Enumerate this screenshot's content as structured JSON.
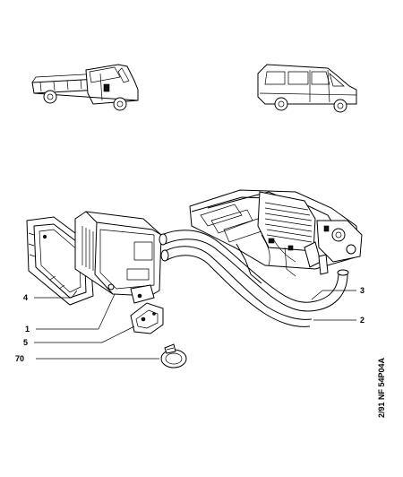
{
  "callouts": [
    {
      "id": "4",
      "label": "4"
    },
    {
      "id": "1",
      "label": "1"
    },
    {
      "id": "5",
      "label": "5"
    },
    {
      "id": "70",
      "label": "70"
    },
    {
      "id": "3",
      "label": "3"
    },
    {
      "id": "2",
      "label": "2"
    }
  ],
  "reference_code": "2/91 NF 54P04A"
}
